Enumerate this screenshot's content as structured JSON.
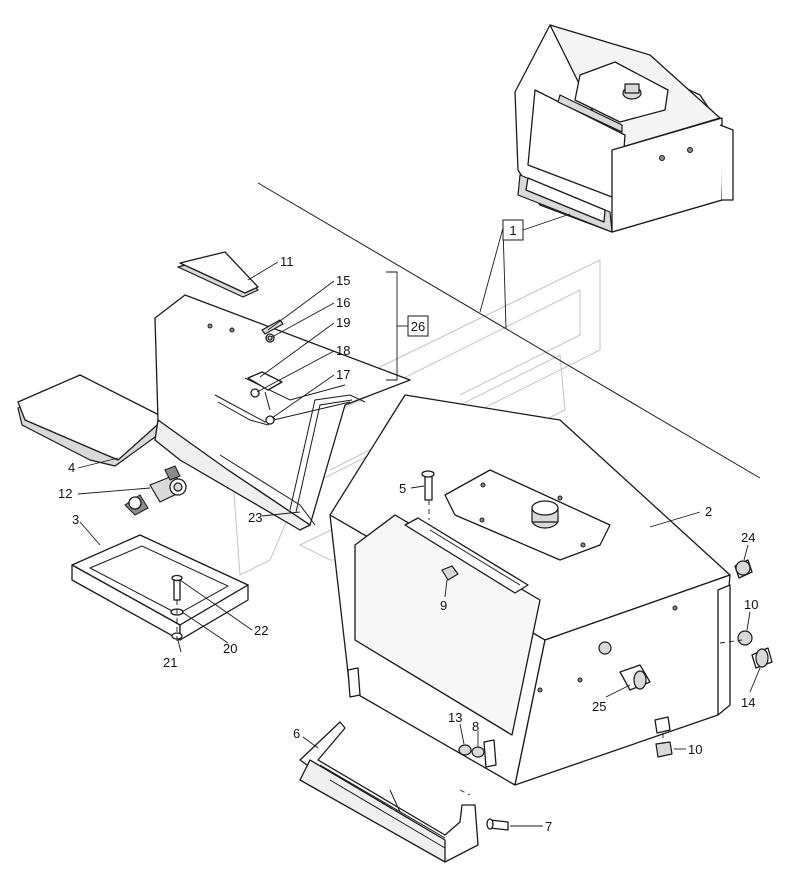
{
  "callouts": {
    "c1": "1",
    "c2": "2",
    "c3": "3",
    "c4": "4",
    "c5": "5",
    "c6": "6",
    "c7": "7",
    "c8": "8",
    "c9": "9",
    "c10a": "10",
    "c10b": "10",
    "c11": "11",
    "c12": "12",
    "c13": "13",
    "c14": "14",
    "c15": "15",
    "c16": "16",
    "c17": "17",
    "c18": "18",
    "c19": "19",
    "c20": "20",
    "c21": "21",
    "c22": "22",
    "c23": "23",
    "c24": "24",
    "c25": "25",
    "c26": "26"
  },
  "colors": {
    "line": "#1a1a1a",
    "shade": "#d9d9d9",
    "watermark": "#c8c8c8",
    "background": "#ffffff"
  },
  "icons": {
    "watermark": "company-logo-watermark"
  }
}
